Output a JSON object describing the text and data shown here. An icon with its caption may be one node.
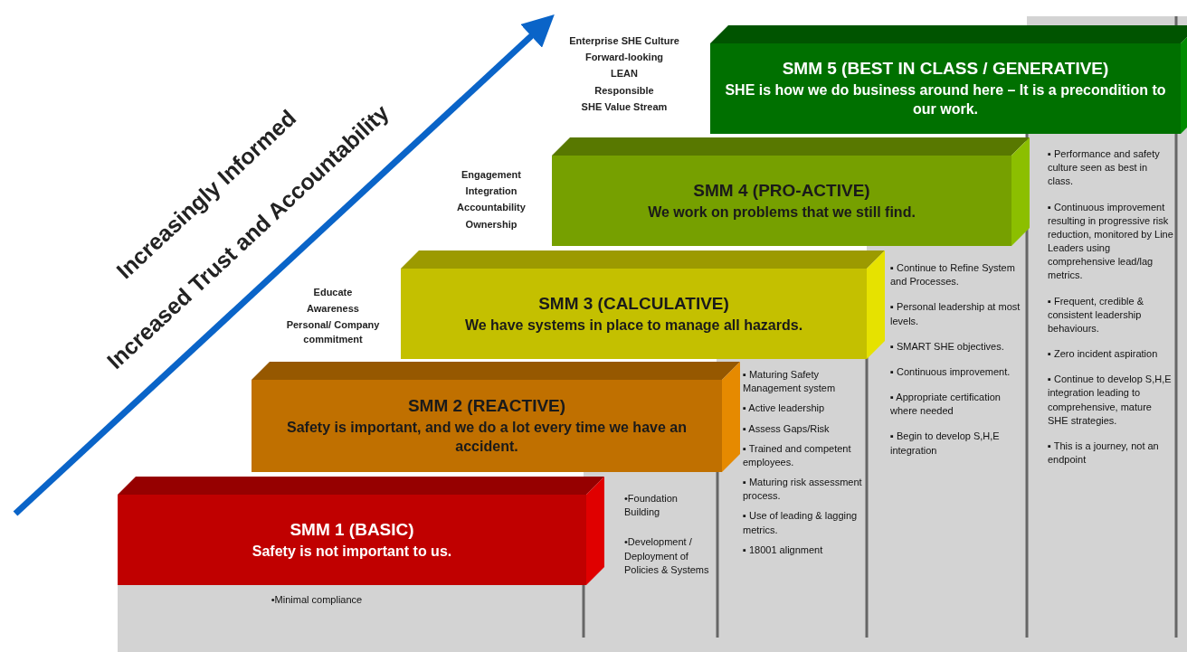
{
  "diagram": {
    "nodes": [
      {
        "text": [
          "SMM 1 (BASIC)",
          "Safety is not important to us."
        ]
      },
      {
        "text": [
          "SMM 2 (REACTIVE)",
          "Safety is important, and we do a lot every time we have an accident."
        ]
      },
      {
        "text": [
          "SMM 3 (CALCULATIVE)",
          "We have systems in place to manage all hazards."
        ]
      },
      {
        "text": [
          "SMM 4 (PRO-ACTIVE)",
          "We work on problems that we still find."
        ]
      },
      {
        "text": [
          "SMM 5 (BEST IN CLASS / GENERATIVE)",
          "SHE is how we do business around here – It is a precondition to our work."
        ]
      }
    ],
    "labels": [
      "Increasingly Informed",
      "Increased Trust and Accountability",
      "Enterprise SHE Culture",
      "Forward-looking",
      "LEAN",
      "Responsible",
      "SHE Value Stream",
      "Engagement",
      "Integration",
      "Accountability",
      "Ownership",
      "Educate",
      "Awareness",
      "Personal/ Company commitment",
      "•Minimal compliance",
      "•Foundation Building",
      "•Development / Deployment of Policies & Systems",
      "▪ Maturing Safety Management system",
      "▪ Active leadership",
      "▪ Assess Gaps/Risk",
      "▪ Trained and competent employees.",
      "▪ Maturing risk assessment process.",
      "▪ Use of leading & lagging metrics.",
      "▪ 18001 alignment",
      "▪ Continue to Refine System and Processes.",
      "▪ Personal leadership at most levels.",
      "▪ SMART SHE objectives.",
      "▪ Continuous improvement.",
      "▪ Appropriate certification where needed",
      "▪ Begin to develop S,H,E integration",
      "▪ Performance and safety culture seen as best in class.",
      "▪ Continuous improvement resulting in progressive risk reduction, monitored by Line Leaders using comprehensive lead/lag metrics.",
      "▪ Frequent, credible & consistent leadership behaviours.",
      "▪ Zero incident aspiration",
      "▪ Continue to develop S,H,E integration leading to comprehensive, mature SHE strategies.",
      "▪ This is a journey, not an endpoint"
    ]
  }
}
